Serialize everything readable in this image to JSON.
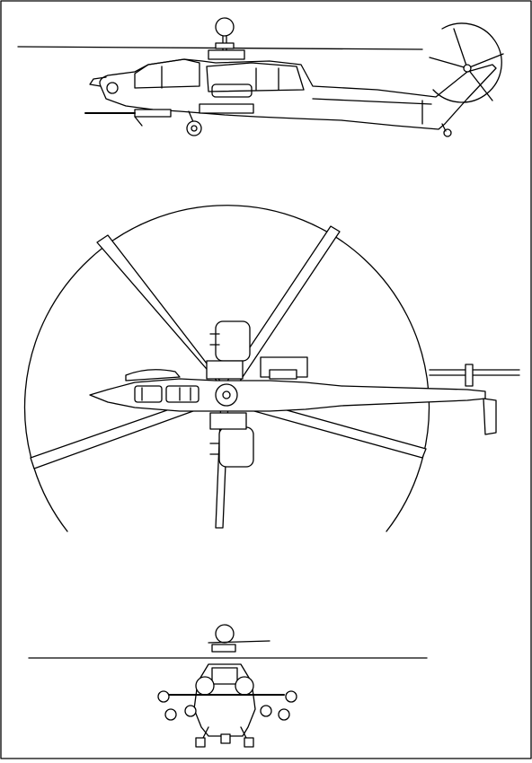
{
  "drawing": {
    "kind": "three-view line drawing",
    "views": [
      "side-view",
      "top-view",
      "front-view"
    ],
    "ink_color": "#000000",
    "paper_color": "#ffffff",
    "main_rotor_blades": 5,
    "tail_rotor_blades": 4
  }
}
